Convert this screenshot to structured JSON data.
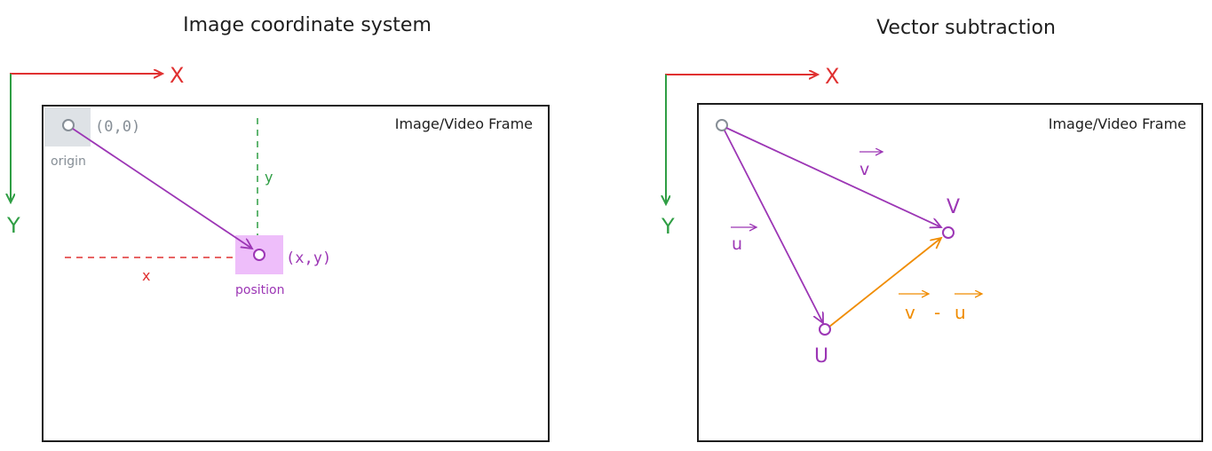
{
  "panels": {
    "left": {
      "title": "Image coordinate system",
      "frame_label": "Image/Video Frame",
      "axis_x": "X",
      "axis_y": "Y",
      "origin_coords": "(0,0)",
      "origin_label": "origin",
      "point_coords": "(x,y)",
      "point_label": "position",
      "dash_x_label": "x",
      "dash_y_label": "y"
    },
    "right": {
      "title": "Vector subtraction",
      "frame_label": "Image/Video Frame",
      "axis_x": "X",
      "axis_y": "Y",
      "vec_v_label": "v",
      "vec_u_label": "u",
      "point_v_label": "V",
      "point_u_label": "U",
      "diff_left": "v",
      "diff_op": "-",
      "diff_right": "u"
    }
  },
  "colors": {
    "axis_x": "#e03131",
    "axis_y": "#2f9e44",
    "vector": "#9c36b5",
    "difference": "#f08c00",
    "origin_fill": "#dee2e6",
    "position_fill": "#eebefa",
    "stroke": "#1e1e1e",
    "muted_text": "#868e96"
  }
}
